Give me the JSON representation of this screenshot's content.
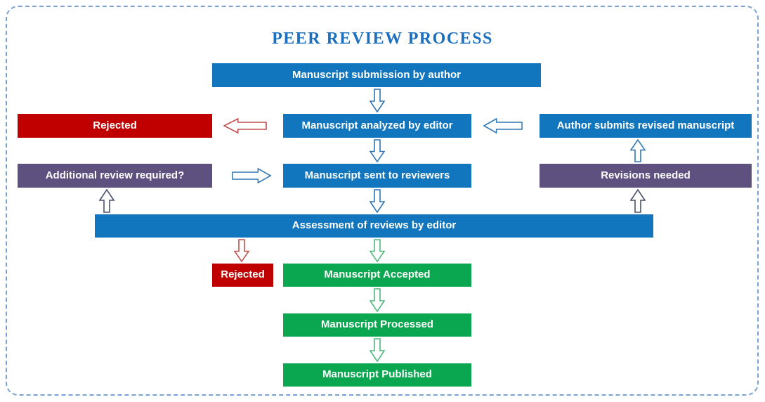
{
  "title": "PEER REVIEW PROCESS",
  "colors": {
    "box_blue": "#1176bd",
    "box_red": "#c00000",
    "box_purple": "#5e5180",
    "box_green": "#0ba750",
    "arrow_blue": "#2e75b6",
    "arrow_red": "#c0504d",
    "arrow_green": "#4eb87b",
    "arrow_slate": "#4a5169",
    "border_dashed": "#7aa3d4",
    "title_blue": "#1b6fbe"
  },
  "nodes": {
    "submission": "Manuscript submission by author",
    "rejected_by_editor": "Rejected",
    "analyzed_by_editor": "Manuscript analyzed by editor",
    "author_resubmits": "Author submits revised manuscript",
    "additional_review": "Additional review required?",
    "sent_to_reviewers": "Manuscript sent to reviewers",
    "revisions_needed": "Revisions needed",
    "assessment": "Assessment of reviews by editor",
    "rejected_after_review": "Rejected",
    "accepted": "Manuscript Accepted",
    "processed": "Manuscript Processed",
    "published": "Manuscript Published"
  }
}
